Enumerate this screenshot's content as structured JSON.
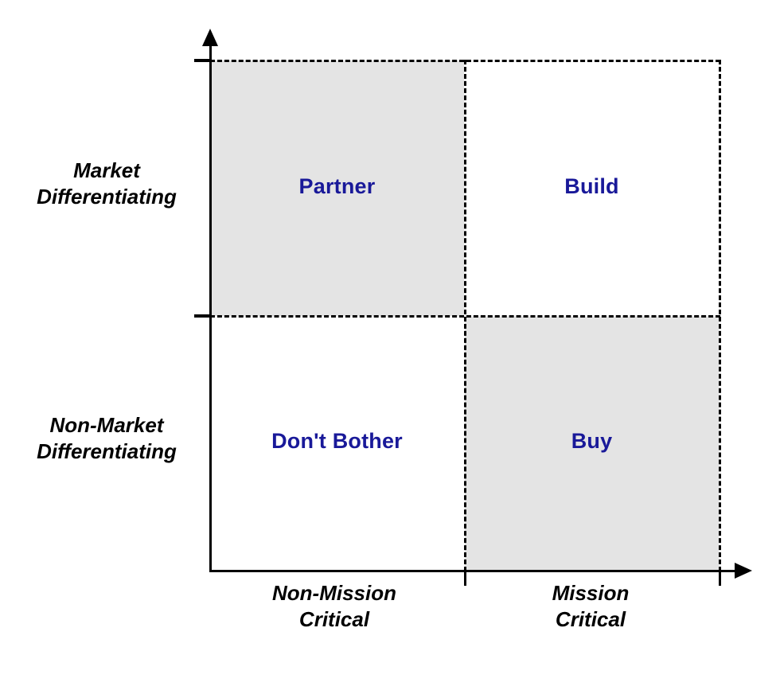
{
  "diagram": {
    "type": "2x2-matrix",
    "title": "",
    "colors": {
      "quadrant_label": "#191999",
      "axis_label": "#000000",
      "shaded_fill": "#e4e4e4",
      "plain_fill": "#ffffff",
      "line": "#000000"
    },
    "axes": {
      "x": {
        "name": "mission-criticality-axis",
        "arrow": "right-arrow-icon",
        "categories": [
          {
            "key": "non-mission-critical",
            "label": "Non-Mission\nCritical",
            "line1": "Non-Mission",
            "line2": "Critical"
          },
          {
            "key": "mission-critical",
            "label": "Mission\nCritical",
            "line1": "Mission",
            "line2": "Critical"
          }
        ]
      },
      "y": {
        "name": "market-differentiation-axis",
        "arrow": "up-arrow-icon",
        "categories": [
          {
            "key": "market-differentiating",
            "label": "Market\nDifferentiating",
            "line1": "Market",
            "line2": "Differentiating"
          },
          {
            "key": "non-market-differentiating",
            "label": "Non-Market\nDifferentiating",
            "line1": "Non-Market",
            "line2": "Differentiating"
          }
        ]
      }
    },
    "quadrants": [
      {
        "key": "partner",
        "label": "Partner",
        "x": "non-mission-critical",
        "y": "market-differentiating",
        "shaded": true,
        "position": "top-left"
      },
      {
        "key": "build",
        "label": "Build",
        "x": "mission-critical",
        "y": "market-differentiating",
        "shaded": false,
        "position": "top-right"
      },
      {
        "key": "dont-bother",
        "label": "Don't Bother",
        "x": "non-mission-critical",
        "y": "non-market-differentiating",
        "shaded": false,
        "position": "bottom-left"
      },
      {
        "key": "buy",
        "label": "Buy",
        "x": "mission-critical",
        "y": "non-market-differentiating",
        "shaded": true,
        "position": "bottom-right"
      }
    ]
  }
}
